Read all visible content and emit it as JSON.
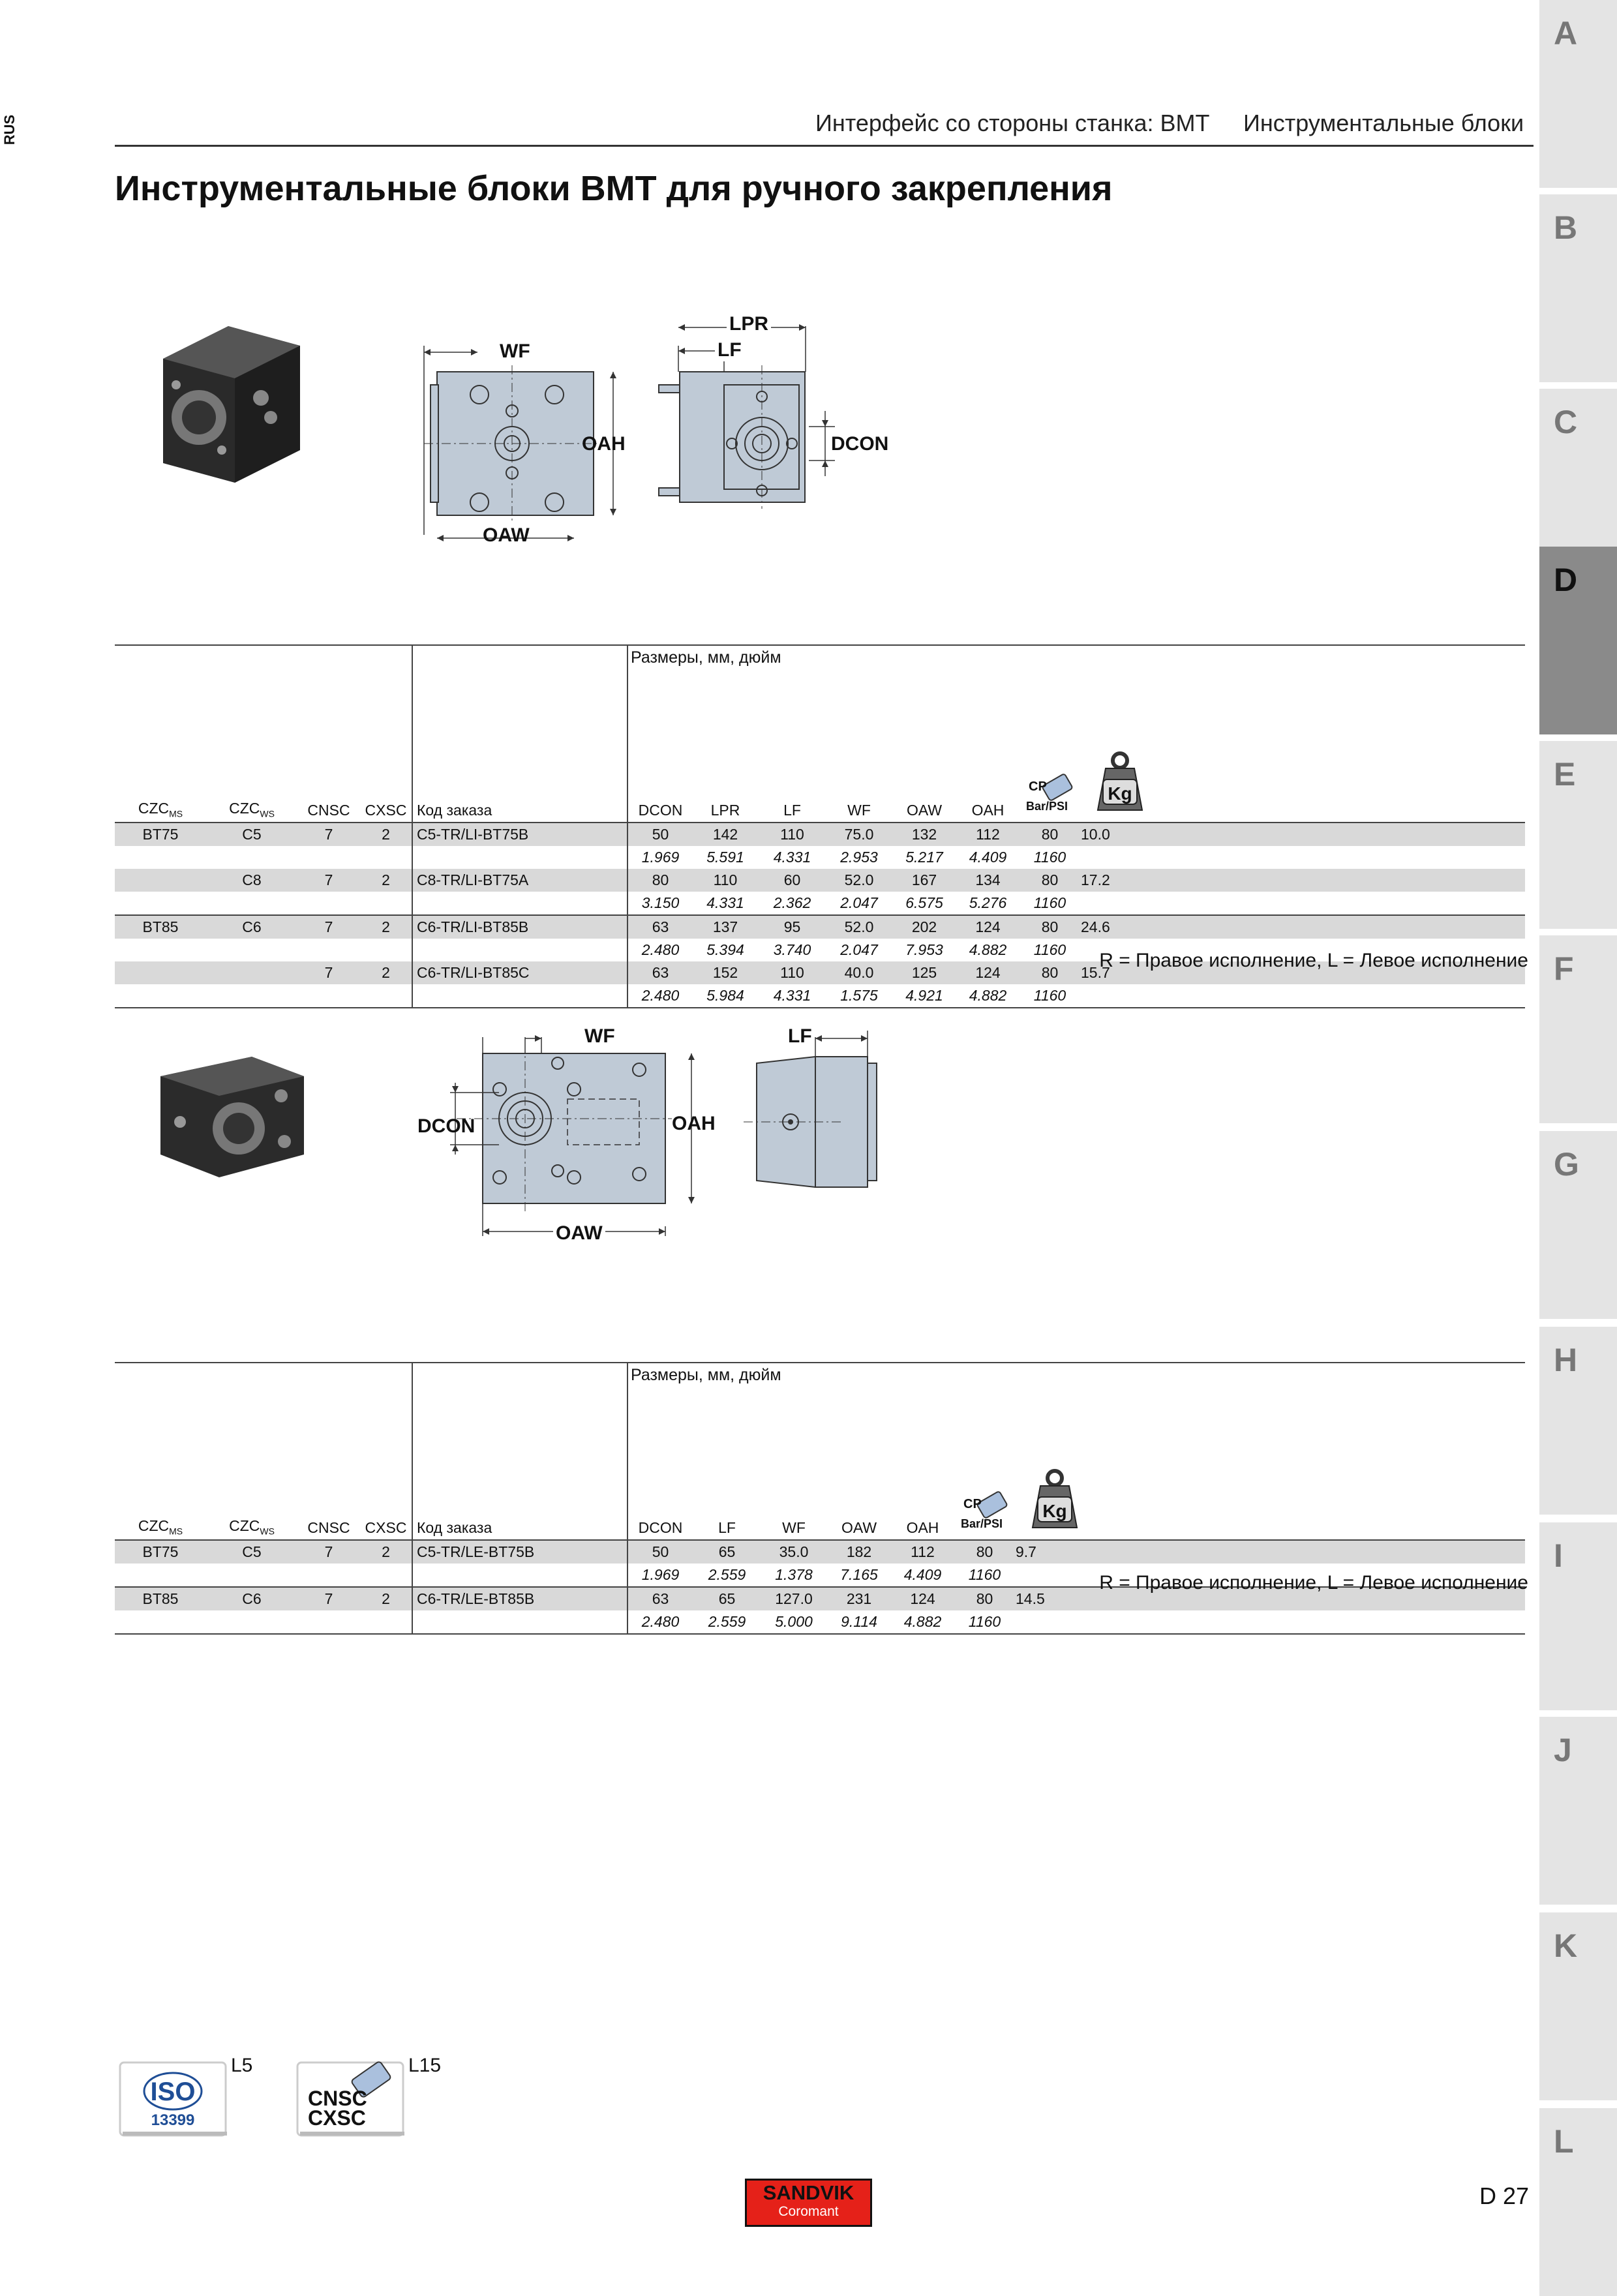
{
  "lang": "RUS",
  "tabs": [
    {
      "letter": "A",
      "active": false
    },
    {
      "letter": "B",
      "active": false
    },
    {
      "letter": "C",
      "active": false
    },
    {
      "letter": "D",
      "active": true
    },
    {
      "letter": "E",
      "active": false
    },
    {
      "letter": "F",
      "active": false
    },
    {
      "letter": "G",
      "active": false
    },
    {
      "letter": "H",
      "active": false
    },
    {
      "letter": "I",
      "active": false
    },
    {
      "letter": "J",
      "active": false
    },
    {
      "letter": "K",
      "active": false
    },
    {
      "letter": "L",
      "active": false
    }
  ],
  "header": {
    "left": "Интерфейс со стороны станка: BMT",
    "right": "Инструментальные блоки"
  },
  "title": "Инструментальные блоки BMT для ручного закрепления",
  "figure1_labels": {
    "wf": "WF",
    "oah": "OAH",
    "oaw": "OAW",
    "lpr": "LPR",
    "lf": "LF",
    "dcon": "DCON"
  },
  "figure2_labels": {
    "wf": "WF",
    "oah": "OAH",
    "oaw": "OAW",
    "lf": "LF",
    "dcon": "DCON"
  },
  "table_common": {
    "caption": "Размеры, мм, дюйм",
    "cp_icon": "cp-bar-psi-icon",
    "cp_top": "CP",
    "cp_bottom": "Bar/PSI",
    "weight_icon": "kg-weight-icon",
    "weight_label": "Kg",
    "h_czc": "CZC",
    "sub_ms": "MS",
    "sub_ws": "WS",
    "h_cnsc": "CNSC",
    "h_cxsc": "CXSC",
    "h_code": "Код заказа"
  },
  "table1": {
    "dim_headers": [
      "DCON",
      "LPR",
      "LF",
      "WF",
      "OAW",
      "OAH"
    ],
    "rows": [
      {
        "czc_ms": "BT75",
        "czc_ws": "C5",
        "cnsc": "7",
        "cxsc": "2",
        "code": "C5-TR/LI-BT75B",
        "mm": [
          "50",
          "142",
          "110",
          "75.0",
          "132",
          "112"
        ],
        "in": [
          "1.969",
          "5.591",
          "4.331",
          "2.953",
          "5.217",
          "4.409"
        ],
        "cp_bar": "80",
        "cp_psi": "1160",
        "kg": "10.0"
      },
      {
        "czc_ms": "",
        "czc_ws": "C8",
        "cnsc": "7",
        "cxsc": "2",
        "code": "C8-TR/LI-BT75A",
        "mm": [
          "80",
          "110",
          "60",
          "52.0",
          "167",
          "134"
        ],
        "in": [
          "3.150",
          "4.331",
          "2.362",
          "2.047",
          "6.575",
          "5.276"
        ],
        "cp_bar": "80",
        "cp_psi": "1160",
        "kg": "17.2"
      },
      {
        "czc_ms": "BT85",
        "czc_ws": "C6",
        "cnsc": "7",
        "cxsc": "2",
        "code": "C6-TR/LI-BT85B",
        "mm": [
          "63",
          "137",
          "95",
          "52.0",
          "202",
          "124"
        ],
        "in": [
          "2.480",
          "5.394",
          "3.740",
          "2.047",
          "7.953",
          "4.882"
        ],
        "cp_bar": "80",
        "cp_psi": "1160",
        "kg": "24.6"
      },
      {
        "czc_ms": "",
        "czc_ws": "",
        "cnsc": "7",
        "cxsc": "2",
        "code": "C6-TR/LI-BT85C",
        "mm": [
          "63",
          "152",
          "110",
          "40.0",
          "125",
          "124"
        ],
        "in": [
          "2.480",
          "5.984",
          "4.331",
          "1.575",
          "4.921",
          "4.882"
        ],
        "cp_bar": "80",
        "cp_psi": "1160",
        "kg": "15.7"
      }
    ]
  },
  "table2": {
    "dim_headers": [
      "DCON",
      "LF",
      "WF",
      "OAW",
      "OAH"
    ],
    "rows": [
      {
        "czc_ms": "BT75",
        "czc_ws": "C5",
        "cnsc": "7",
        "cxsc": "2",
        "code": "C5-TR/LE-BT75B",
        "mm": [
          "50",
          "65",
          "35.0",
          "182",
          "112"
        ],
        "in": [
          "1.969",
          "2.559",
          "1.378",
          "7.165",
          "4.409"
        ],
        "cp_bar": "80",
        "cp_psi": "1160",
        "kg": "9.7"
      },
      {
        "czc_ms": "BT85",
        "czc_ws": "C6",
        "cnsc": "7",
        "cxsc": "2",
        "code": "C6-TR/LE-BT85B",
        "mm": [
          "63",
          "65",
          "127.0",
          "231",
          "124"
        ],
        "in": [
          "2.480",
          "2.559",
          "5.000",
          "9.114",
          "4.882"
        ],
        "cp_bar": "80",
        "cp_psi": "1160",
        "kg": "14.5"
      }
    ]
  },
  "note": "R = Правое исполнение, L = Левое исполнение",
  "footer_icons": [
    {
      "icon": "iso-13399-icon",
      "top": "ISO",
      "bottom": "13399",
      "ref": "L5"
    },
    {
      "icon": "cnsc-cxsc-icon",
      "top": "CNSC",
      "bottom": "CXSC",
      "ref": "L15"
    }
  ],
  "page_number": "D 27",
  "logo": {
    "line1": "SANDVIK",
    "line2": "Coromant"
  },
  "colors": {
    "drawing_fill": "#bfcad6",
    "tab_bg": "#e4e4e4",
    "tab_active": "#8a8a8a",
    "row_grey": "#d9d9d9",
    "logo_red": "#e52119"
  }
}
